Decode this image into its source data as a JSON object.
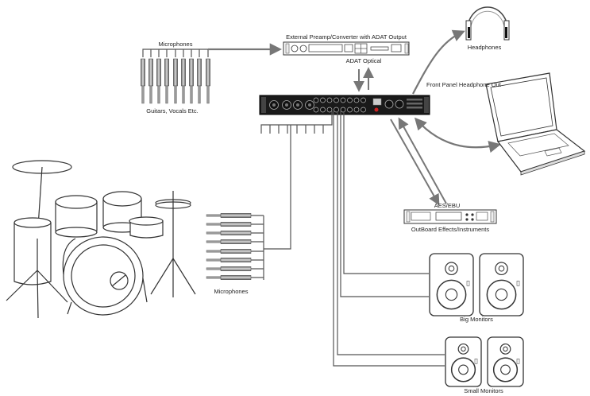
{
  "labels": {
    "mics_top": "Microphones",
    "guitars_vocals": "Guitars, Vocals Etc.",
    "ext_preamp": "External Preamp/Converter with ADAT Output",
    "adat_optical": "ADAT Optical",
    "headphones": "Headphones",
    "front_panel": "Front Panel Headphone Out",
    "aes_ebu": "AES/EBU",
    "outboard": "OutBoard Effects/Instruments",
    "mics_drums": "Microphones",
    "big_monitors": "Big Monitors",
    "small_monitors": "Small Monitors"
  }
}
